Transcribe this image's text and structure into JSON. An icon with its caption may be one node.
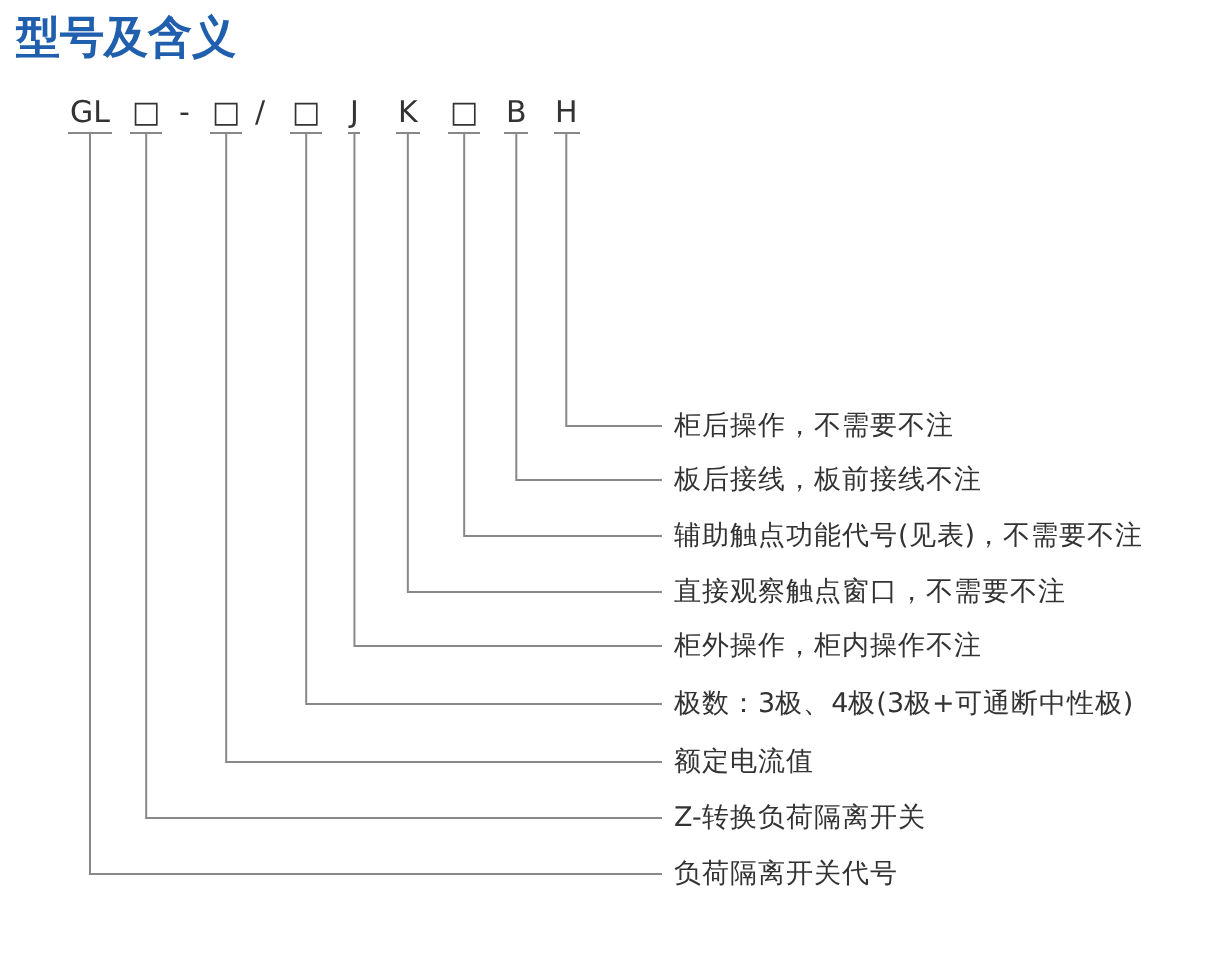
{
  "diagram": {
    "title": "型号及含义",
    "nodes": [
      {
        "text": [
          "GL"
        ]
      },
      {
        "text": [
          "□"
        ]
      },
      {
        "text": [
          "□"
        ]
      },
      {
        "text": [
          "□"
        ]
      },
      {
        "text": [
          "J"
        ]
      },
      {
        "text": [
          "K"
        ]
      },
      {
        "text": [
          "□"
        ]
      },
      {
        "text": [
          "B"
        ]
      },
      {
        "text": [
          "H"
        ]
      },
      {
        "text": [
          "柜后操作，不需要不注"
        ]
      },
      {
        "text": [
          "板后接线，板前接线不注"
        ]
      },
      {
        "text": [
          "辅助触点功能代号(见表)，不需要不注"
        ]
      },
      {
        "text": [
          "直接观察触点窗口，不需要不注"
        ]
      },
      {
        "text": [
          "柜外操作，柜内操作不注"
        ]
      },
      {
        "text": [
          "极数：3极、4极(3极+可通断中性极)"
        ]
      },
      {
        "text": [
          "额定电流值"
        ]
      },
      {
        "text": [
          "Z-转换负荷隔离开关"
        ]
      },
      {
        "text": [
          "负荷隔离开关代号"
        ]
      }
    ],
    "edges": [
      {
        "from": 8,
        "to": 9,
        "arrow": "none"
      },
      {
        "from": 7,
        "to": 10,
        "arrow": "none"
      },
      {
        "from": 6,
        "to": 11,
        "arrow": "none"
      },
      {
        "from": 5,
        "to": 12,
        "arrow": "none"
      },
      {
        "from": 4,
        "to": 13,
        "arrow": "none"
      },
      {
        "from": 3,
        "to": 14,
        "arrow": "none"
      },
      {
        "from": 2,
        "to": 15,
        "arrow": "none"
      },
      {
        "from": 1,
        "to": 16,
        "arrow": "none"
      },
      {
        "from": 0,
        "to": 17,
        "arrow": "none"
      }
    ],
    "labels": [
      "-",
      "/"
    ]
  }
}
